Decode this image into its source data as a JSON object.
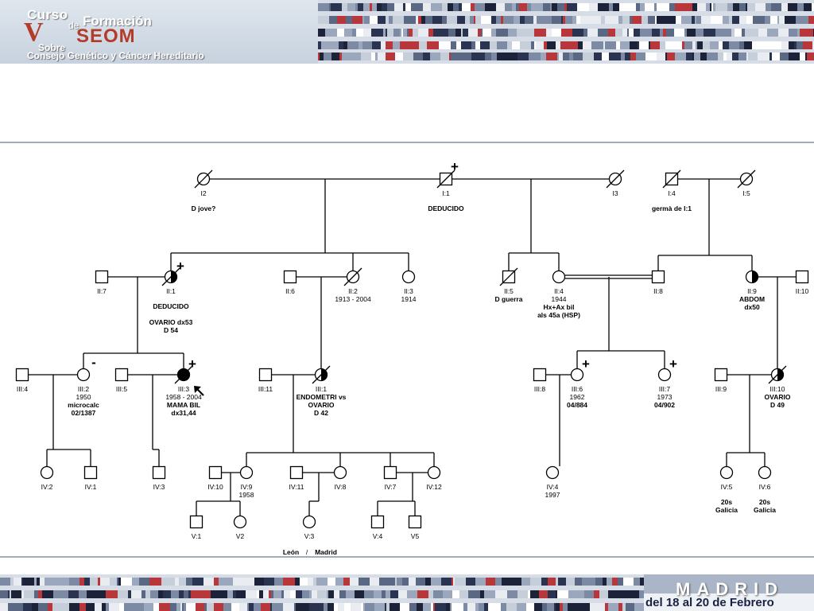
{
  "header": {
    "logo_curso": "Curso",
    "logo_de": "de",
    "logo_formacion": "Formación",
    "logo_v": "V",
    "logo_seom": "SEOM",
    "logo_sobre": "Sobre",
    "logo_subtitle": "Consejo Genético y Cáncer Hereditario"
  },
  "pedigree": {
    "I2": {
      "id": "I2",
      "lines": [
        "D jove?"
      ]
    },
    "I1": {
      "id": "I:1",
      "lines": [
        "DEDUCIDO"
      ]
    },
    "I3": {
      "id": "I3",
      "lines": []
    },
    "I4": {
      "id": "I:4",
      "lines": [
        "germà de I:1"
      ]
    },
    "I5": {
      "id": "I:5",
      "lines": []
    },
    "II7": {
      "id": "II:7",
      "lines": []
    },
    "II1": {
      "id": "II:1",
      "lines": [
        "DEDUCIDO",
        "",
        "OVARIO dx53",
        "D 54"
      ]
    },
    "II6": {
      "id": "II:6",
      "lines": []
    },
    "II2": {
      "id": "II:2",
      "lines": [
        "1913 - 2004"
      ]
    },
    "II3": {
      "id": "II:3",
      "lines": [
        "1914"
      ]
    },
    "II5": {
      "id": "II:5",
      "lines": [
        "D guerra"
      ]
    },
    "II4": {
      "id": "II:4",
      "lines": [
        "1944",
        "Hx+Ax bil",
        "als 45a (HSP)"
      ]
    },
    "II8": {
      "id": "II:8",
      "lines": []
    },
    "II9": {
      "id": "II:9",
      "lines": [
        "ABDOM",
        "dx50"
      ]
    },
    "II10": {
      "id": "II:10",
      "lines": []
    },
    "III4": {
      "id": "III:4",
      "lines": []
    },
    "III2": {
      "id": "III:2",
      "lines": [
        "1950",
        "microcalc",
        "02/1387"
      ]
    },
    "III5": {
      "id": "III:5",
      "lines": []
    },
    "III3": {
      "id": "III:3",
      "lines": [
        "1958 - 2004",
        "MAMA BIL",
        "dx31,44"
      ]
    },
    "III11": {
      "id": "III:11",
      "lines": []
    },
    "III1": {
      "id": "III:1",
      "lines": [
        "ENDOMETRI vs",
        "OVARIO",
        "D 42"
      ]
    },
    "III8": {
      "id": "III:8",
      "lines": []
    },
    "III6": {
      "id": "III:6",
      "lines": [
        "1962",
        "04/884"
      ]
    },
    "III7": {
      "id": "III:7",
      "lines": [
        "1973",
        "04/902"
      ]
    },
    "III9": {
      "id": "III:9",
      "lines": []
    },
    "III10": {
      "id": "III:10",
      "lines": [
        "OVARIO",
        "D 49"
      ]
    },
    "IV2": {
      "id": "IV:2",
      "lines": []
    },
    "IV1": {
      "id": "IV:1",
      "lines": []
    },
    "IV3": {
      "id": "IV:3",
      "lines": []
    },
    "IV10": {
      "id": "IV:10",
      "lines": []
    },
    "IV9": {
      "id": "IV:9",
      "lines": [
        "1958"
      ]
    },
    "IV11": {
      "id": "IV:11",
      "lines": []
    },
    "IV8": {
      "id": "IV:8",
      "lines": []
    },
    "IV7": {
      "id": "IV:7",
      "lines": []
    },
    "IV12": {
      "id": "IV:12",
      "lines": []
    },
    "IV4": {
      "id": "IV:4",
      "lines": [
        "1997"
      ]
    },
    "IV5": {
      "id": "IV:5",
      "lines": [
        "20s",
        "Galicia"
      ]
    },
    "IV6": {
      "id": "IV:6",
      "lines": [
        "20s",
        "Galicia"
      ]
    },
    "V1": {
      "id": "V:1",
      "lines": []
    },
    "V2": {
      "id": "V2",
      "lines": []
    },
    "V3": {
      "id": "V:3",
      "lines": []
    },
    "V4": {
      "id": "V:4",
      "lines": []
    },
    "V5": {
      "id": "V5",
      "lines": []
    },
    "location_left": "León",
    "location_sep": "/",
    "location_right": "Madrid",
    "mark_plus": "+",
    "mark_minus": "-"
  },
  "footer": {
    "city": "MADRID",
    "dates": "del 18 al 20 de Febrero"
  }
}
